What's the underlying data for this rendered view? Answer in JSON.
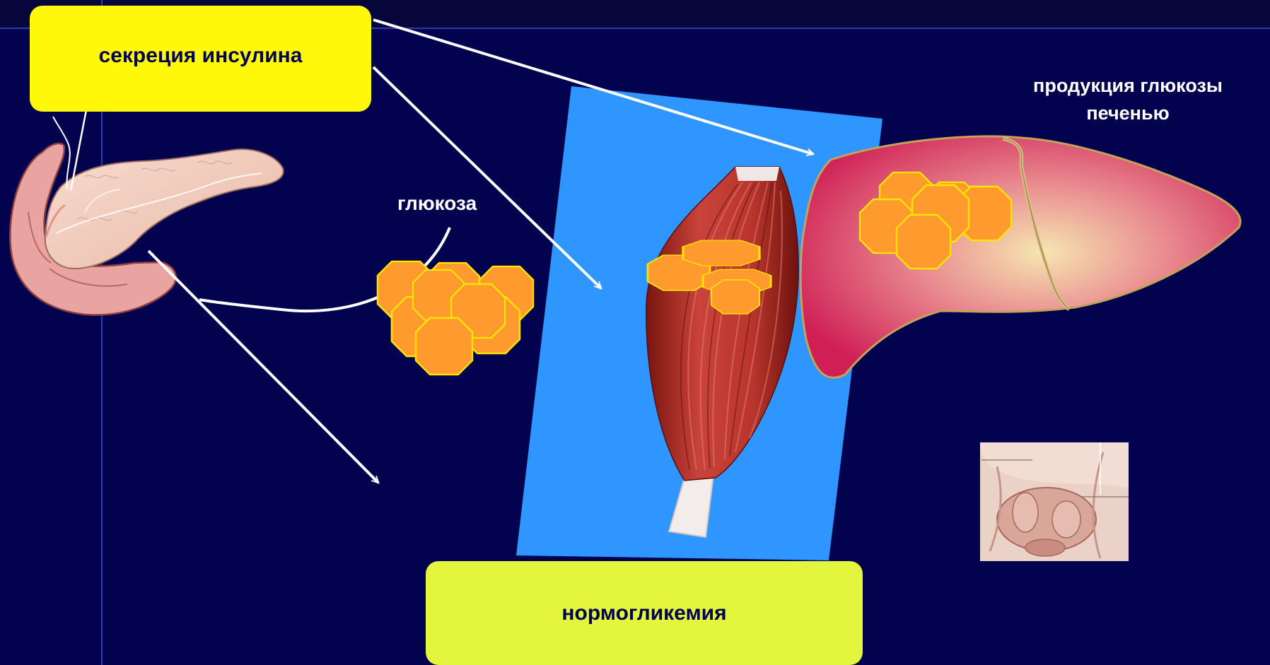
{
  "labels": {
    "insulin_secretion": "секреция инсулина",
    "glucose": "глюкоза",
    "liver_glucose_line1": "продукция глюкозы",
    "liver_glucose_line2": "печенью",
    "normoglycemia": "нормогликемия"
  },
  "colors": {
    "background": "#02024f",
    "title_band": "#06063d",
    "insulin_box": "#fff80a",
    "normo_box": "#e3f53c",
    "muscle_panel": "#2f95ff",
    "glucose_fill": "#ff9a2e",
    "glucose_outline": "#ffe400",
    "arrow": "#ffffff"
  },
  "images": {
    "pancreas": "pancreas-illustration",
    "muscle": "muscle-illustration",
    "liver": "liver-illustration",
    "abdomen": "abdomen-anatomy-thumbnail"
  }
}
